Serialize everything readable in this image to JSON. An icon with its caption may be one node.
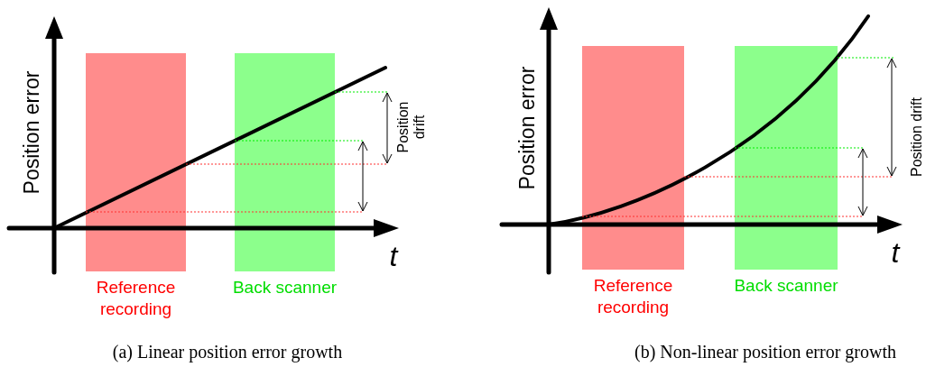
{
  "diagram": {
    "nodes": [
      {
        "text": [
          "Reference recording"
        ]
      },
      {
        "text": [
          "Back scanner"
        ]
      },
      {
        "text": [
          "Reference recording"
        ]
      },
      {
        "text": [
          "Back scanner"
        ]
      }
    ],
    "labels": [
      "Position error",
      "Position drift",
      "t",
      "Position error",
      "Position drift",
      "t",
      "(a) Linear position error growth",
      "(b) Non-linear position error growth"
    ]
  }
}
